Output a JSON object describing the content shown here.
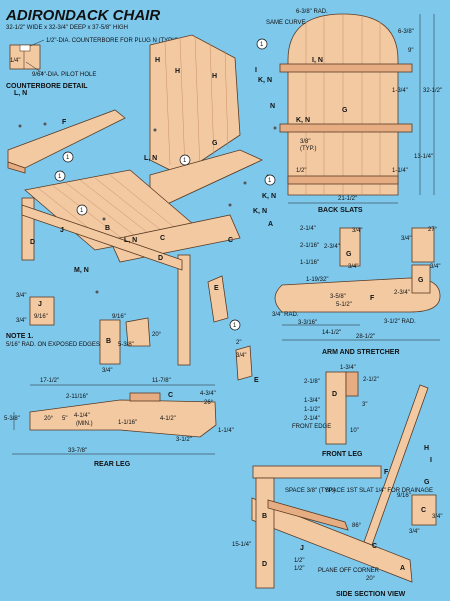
{
  "title": "ADIRONDACK CHAIR",
  "subtitle": "32-1/2\" WIDE x 32-3/4\" DEEP x 37-5/8\" HIGH",
  "counterbore": {
    "title": "COUNTERBORE DETAIL",
    "note_bore": "1/2\"-DIA. COUNTERBORE FOR PLUG N (TYPICAL)",
    "note_pilot": "9/64\"-DIA. PILOT HOLE",
    "dim": "1/4\""
  },
  "note1": {
    "title": "NOTE 1.",
    "text": "5/16\" RAD. ON EXPOSED EDGES"
  },
  "sections": {
    "back_slats": "BACK SLATS",
    "arm_stretcher": "ARM AND STRETCHER",
    "rear_leg": "REAR LEG",
    "front_leg": "FRONT LEG",
    "side_section": "SIDE SECTION VIEW"
  },
  "back_slats_dims": {
    "rad": "6-3/8\" RAD.",
    "same_curve": "SAME CURVE",
    "d1": "6-3/8\"",
    "d2": "9\"",
    "d3": "32-1/2\"",
    "d4": "1-3/4\"",
    "d5": "3/8\"",
    "typ": "(TYP.)",
    "d6": "13-1/4\"",
    "d7": "1/2\"",
    "d8": "1-1/4\"",
    "width": "21-1/2\""
  },
  "arm_dims": {
    "a1": "2-1/4\"",
    "a2": "2-1/16\"",
    "a3": "1-1/16\"",
    "a4": "1-19/32\"",
    "a5": "3/4\"",
    "a6": "2-3/4\"",
    "a7": "3/4\"",
    "a8": "27°",
    "a9": "3/4\"",
    "a10": "3-5/8\"",
    "a11": "5-1/2\"",
    "a12": "2-3/4\"",
    "a13": "3-3/16\"",
    "a14": "14-1/2\"",
    "a15": "3-1/2\" RAD.",
    "a16": "28-1/2\"",
    "rad": "3/4\" RAD.",
    "a17": "3/4\""
  },
  "rear_leg_dims": {
    "r1": "17-1/2\"",
    "r2": "11-7/8\"",
    "r3": "2-11/16\"",
    "r4": "4-3/4\"",
    "r5": "26°",
    "r6": "5-3/8\"",
    "r7": "20°",
    "r8": "5\"",
    "r9": "4-1/4\"",
    "r10": "(MIN.)",
    "r11": "1-1/16\"",
    "r12": "4-1/2\"",
    "r13": "1-1/4\"",
    "r14": "3-1/2\"",
    "r15": "33-7/8\""
  },
  "front_leg_dims": {
    "f1": "1-3/4\"",
    "f2": "2-1/8\"",
    "f3": "2-1/2\"",
    "f4": "1-3/4\"",
    "f5": "3\"",
    "f6": "1-1/2\"",
    "f7": "2-1/4\"",
    "front_edge": "FRONT EDGE",
    "f8": "10\""
  },
  "side_dims": {
    "space1": "SPACE 3/8\" (TYP.)",
    "space2": "SPACE 1ST SLAT 1/4\" FOR DRAINAGE",
    "s1": "15-1/4\"",
    "s2": "86°",
    "s3": "20°",
    "s4": "1/2\"",
    "s5": "1/2\"",
    "plane": "PLANE OFF CORNER"
  },
  "part_detail_dims": {
    "j1": "3/4\"",
    "j2": "9/16\"",
    "j3": "3/4\"",
    "b1": "9/16\"",
    "b2": "5-3/8\"",
    "b3": "20°",
    "b4": "3/4\"",
    "e1": "2\"",
    "e2": "3/4\"",
    "c1": "9/16\"",
    "c2": "3/4\"",
    "c3": "3/4\""
  },
  "labels": {
    "A": "A",
    "B": "B",
    "C": "C",
    "D": "D",
    "E": "E",
    "F": "F",
    "G": "G",
    "H": "H",
    "I": "I",
    "J": "J",
    "KN": "K, N",
    "LN": "L, N",
    "MN": "M, N",
    "IN": "I, N",
    "N": "N",
    "one": "1"
  }
}
